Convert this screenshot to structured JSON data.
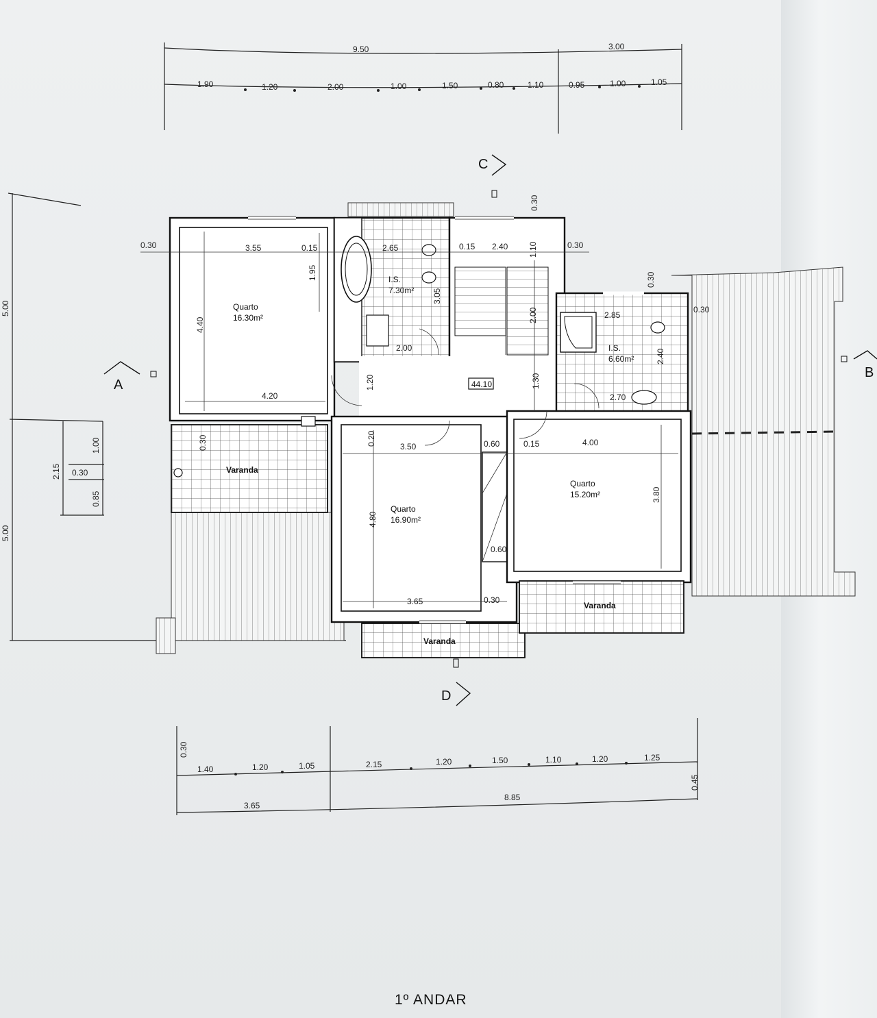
{
  "top_dims": {
    "overall": [
      "9.50",
      "3.00"
    ],
    "segments": [
      "1.90",
      "1.20",
      "2.00",
      "1.00",
      "1.50",
      "0.80",
      "1.10",
      "0.95",
      "1.00",
      "1.05"
    ]
  },
  "bottom_dims": {
    "segments": [
      "1.40",
      "1.20",
      "1.05",
      "2.15",
      "1.20",
      "1.50",
      "1.10",
      "1.20",
      "1.25"
    ],
    "overall": [
      "3.65",
      "8.85"
    ],
    "left_vertical": "0.30",
    "right_vertical": "0.45"
  },
  "left_dims": {
    "outer_top": "5.00",
    "outer_bottom": "5.00",
    "inner": "2.15",
    "inner_parts": [
      "1.00",
      "0.30",
      "0.85"
    ]
  },
  "section_markers": {
    "a": "A",
    "b": "B",
    "c": "C",
    "d": "D"
  },
  "rooms": {
    "quarto1": {
      "name": "Quarto",
      "area": "16.30m²"
    },
    "quarto2": {
      "name": "Quarto",
      "area": "16.90m²"
    },
    "quarto3": {
      "name": "Quarto",
      "area": "15.20m²"
    },
    "is1": {
      "name": "I.S.",
      "area": "7.30m²"
    },
    "is2": {
      "name": "I.S.",
      "area": "6.60m²"
    },
    "hall_area": "44.10",
    "varanda": "Varanda"
  },
  "inner_dims": {
    "d030_left": "0.30",
    "d355": "3.55",
    "d015a": "0.15",
    "d195": "1.95",
    "d440": "4.40",
    "d420": "4.20",
    "d265": "2.65",
    "d305": "3.05",
    "d200a": "2.00",
    "d015b": "0.15",
    "d240a": "2.40",
    "d110": "1.10",
    "d200b": "2.00",
    "d130": "1.30",
    "d120": "1.20",
    "d030_top": "0.30",
    "d030_right1": "0.30",
    "d030_right2": "0.30",
    "d030_right3": "0.30",
    "d285": "2.85",
    "d240b": "2.40",
    "d270": "2.70",
    "d030_var": "0.30",
    "d020": "0.20",
    "d350": "3.50",
    "d060a": "0.60",
    "d015c": "0.15",
    "d400": "4.00",
    "d480": "4.80",
    "d380": "3.80",
    "d060b": "0.60",
    "d365": "3.65",
    "d030_bot": "0.30"
  },
  "floor_title": "1º ANDAR"
}
